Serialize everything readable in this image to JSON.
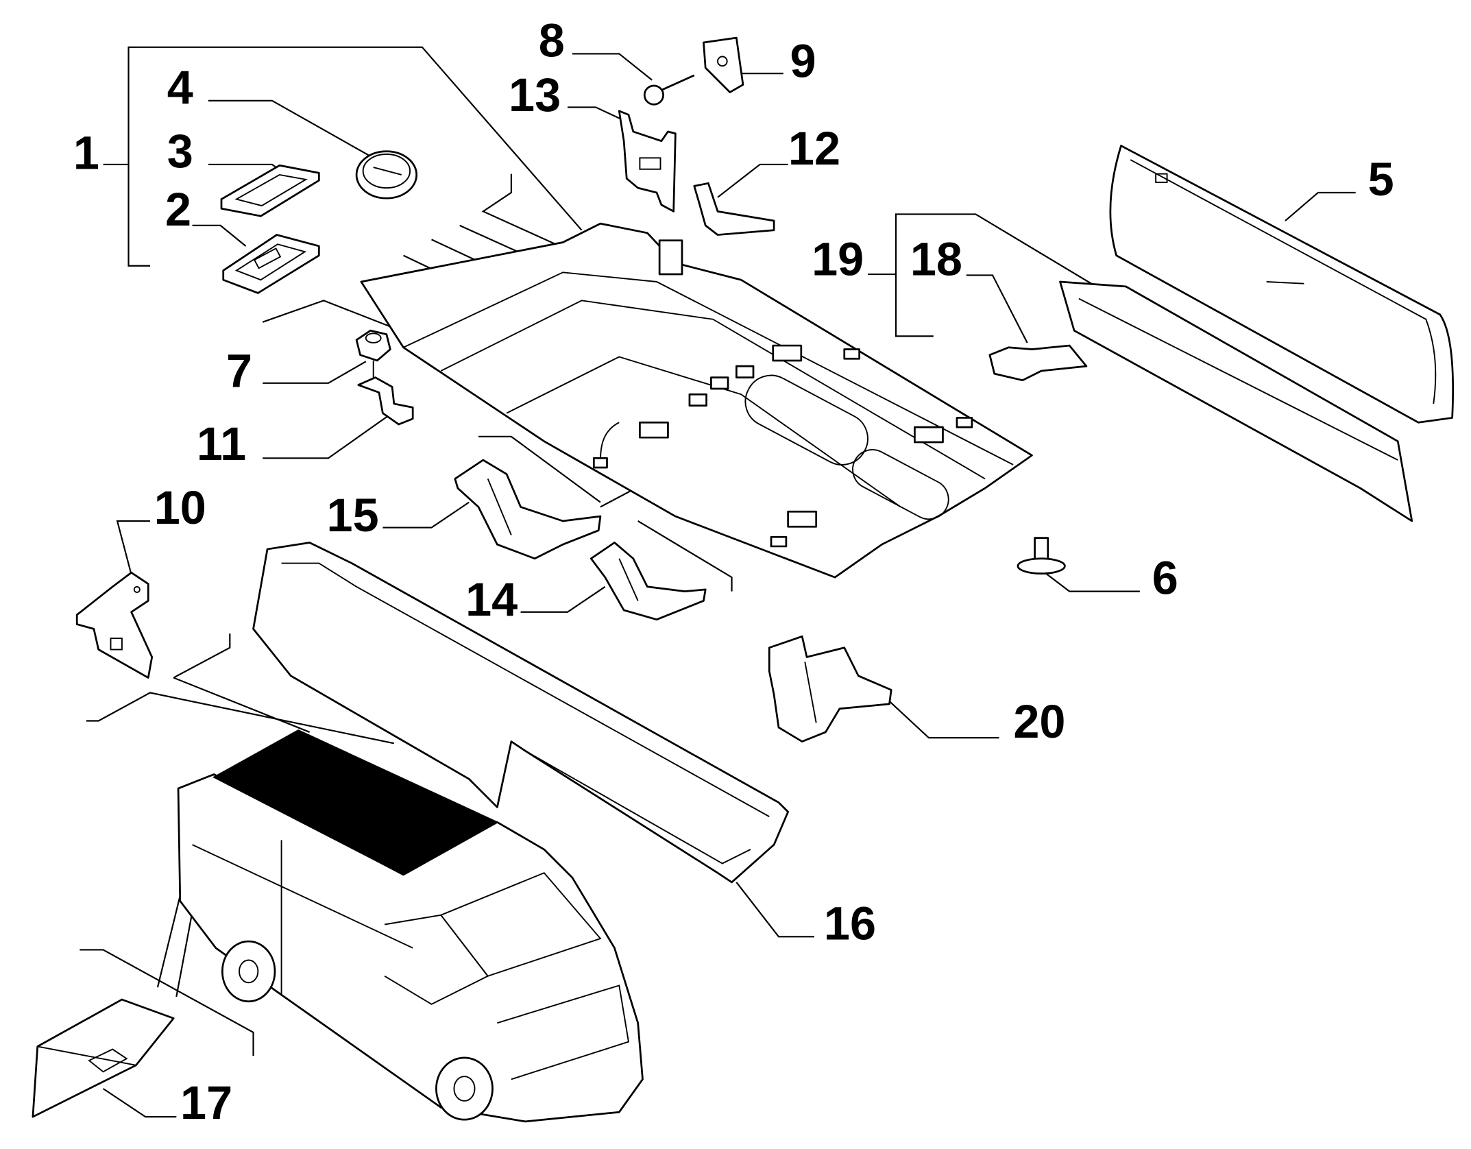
{
  "callouts": [
    "1",
    "2",
    "3",
    "4",
    "5",
    "6",
    "7",
    "8",
    "9",
    "10",
    "11",
    "12",
    "13",
    "14",
    "15",
    "16",
    "17",
    "18",
    "19",
    "20"
  ],
  "colors": {
    "line": "#000000",
    "background": "#ffffff"
  }
}
